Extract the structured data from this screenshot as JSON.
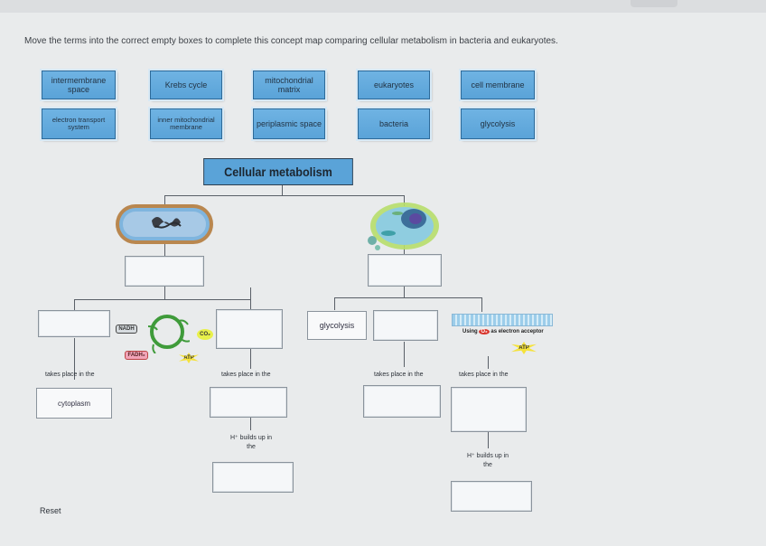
{
  "instructions": "Move the terms into the correct empty boxes to complete this concept map comparing cellular metabolism in bacteria and eukaryotes.",
  "terms": [
    "intermembrane space",
    "Krebs cycle",
    "mitochondrial matrix",
    "eukaryotes",
    "cell membrane",
    "electron transport system",
    "inner mitochondrial membrane",
    "periplasmic space",
    "bacteria",
    "glycolysis"
  ],
  "map": {
    "title": "Cellular metabolism",
    "glycolysis_placed": "glycolysis",
    "cytoplasm_placed": "cytoplasm",
    "takes_place_in": "takes place in the",
    "h_builds_up": "H⁺ builds up in the",
    "nadh": "NADH",
    "fadh2": "FADH₂",
    "co2": "CO₂",
    "atp": "ATP",
    "using_o2_prefix": "Using",
    "o2": "O₂",
    "using_o2_suffix": "as electron acceptor"
  },
  "reset_label": "Reset",
  "colors": {
    "term_blue": "#5aa3d8",
    "background": "#e9ebec"
  }
}
